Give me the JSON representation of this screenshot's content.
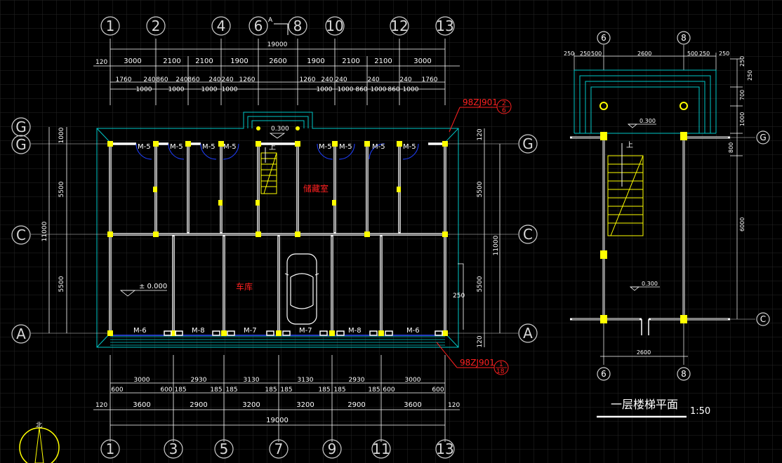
{
  "drawing": {
    "main_plan": {
      "axes_top": [
        "1",
        "2",
        "4",
        "6",
        "8",
        "10",
        "12",
        "13"
      ],
      "axes_bottom": [
        "1",
        "3",
        "5",
        "7",
        "9",
        "11",
        "13"
      ],
      "axes_left": [
        "G",
        "G",
        "C",
        "A"
      ],
      "axes_right": [
        "G",
        "C",
        "A"
      ],
      "overall_top": "19000",
      "overall_bottom": "19000",
      "total_depth_left": "11000",
      "total_depth_right": "11000",
      "top_segments": [
        "3000",
        "2100",
        "2100",
        "1900",
        "2600",
        "1900",
        "2100",
        "2100",
        "3000"
      ],
      "top_offset": "120",
      "top_detail": [
        "1760",
        "240",
        "860",
        "240",
        "860",
        "240",
        "240",
        "1260",
        "1260",
        "240",
        "240",
        "240",
        "240",
        "1760"
      ],
      "top_door_widths": [
        "1000",
        "1000",
        "1000",
        "1000",
        "1000",
        "1000",
        "860",
        "1000",
        "860",
        "1000"
      ],
      "bottom_segments": [
        "3600",
        "2900",
        "3200",
        "3200",
        "2900",
        "3600"
      ],
      "bottom_offset_left": "120",
      "bottom_offset_right": "120",
      "bottom_door_widths": [
        "3000",
        "2930",
        "3130",
        "3130",
        "2930",
        "3000"
      ],
      "bottom_piers": [
        "600",
        "600",
        "185",
        "185",
        "185",
        "185",
        "185",
        "185",
        "185",
        "185",
        "600",
        "600"
      ],
      "left_dims": [
        "1000",
        "5500",
        "5500"
      ],
      "right_dims": [
        "120",
        "5500",
        "5500",
        "120"
      ],
      "side_250": "250",
      "elevation_top": "0.300",
      "elevation_floor": "± 0.000",
      "room_storage": "储藏室",
      "room_garage": "车库",
      "stair_up": "上",
      "doors_top": [
        "M-5",
        "M-5",
        "M-5",
        "M-5",
        "M-5",
        "M-5",
        "M-5",
        "M-5"
      ],
      "doors_bottom": [
        "M-6",
        "M-8",
        "M-7",
        "M-7",
        "M-8",
        "M-6"
      ],
      "ref_top": "98ZJ901",
      "ref_top_detail": {
        "num": "2",
        "den": "6"
      },
      "ref_bottom": "98ZJ901",
      "ref_bottom_detail": {
        "num": "1",
        "den": "18"
      },
      "section_mark": "A",
      "north": "北"
    },
    "stair_plan": {
      "axes_top": [
        "6",
        "8"
      ],
      "axes_bottom": [
        "6",
        "8"
      ],
      "axes_right": [
        "G",
        "C"
      ],
      "top_dims": [
        "250",
        "250",
        "500",
        "2600",
        "500",
        "250",
        "250"
      ],
      "right_dims": [
        "250",
        "250",
        "700",
        "1000",
        "800",
        "6000"
      ],
      "elevation_top": "0.300",
      "elevation_mid": "0.300",
      "stair_up": "上",
      "bottom_dim": "2600",
      "title": "一层楼梯平面",
      "scale": "1:50"
    }
  },
  "colors": {
    "wall": "#ffffff",
    "column": "#ffff00",
    "dim_line": "#ffffff",
    "cyan": "#00c8c8",
    "red_text": "#ff2020",
    "blue": "#3050ff",
    "grid": "#262626"
  }
}
